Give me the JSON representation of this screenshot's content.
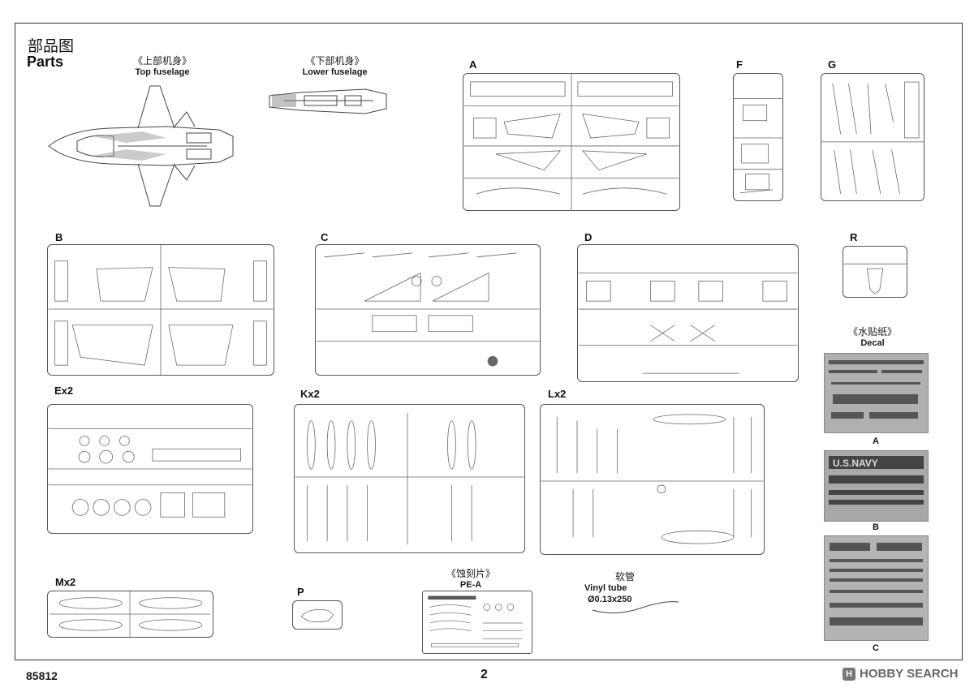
{
  "page": {
    "title_cn": "部品图",
    "title_en": "Parts",
    "product_code": "85812",
    "page_number": "2",
    "watermark": "HOBBY SEARCH",
    "watermark_logo": "H"
  },
  "sections": {
    "top_fuselage": {
      "cn": "《上部机身》",
      "en": "Top fuselage"
    },
    "lower_fuselage": {
      "cn": "《下部机身》",
      "en": "Lower fuselage"
    },
    "decal": {
      "cn": "《水贴纸》",
      "en": "Decal"
    },
    "pe": {
      "cn": "《蚀刻片》",
      "en": "PE-A"
    },
    "vinyl": {
      "cn": "软管",
      "en": "Vinyl tube",
      "size": "Ø0.13x250"
    }
  },
  "sprues": {
    "A": "A",
    "B": "B",
    "C": "C",
    "D": "D",
    "E": "Ex2",
    "F": "F",
    "G": "G",
    "K": "Kx2",
    "L": "Lx2",
    "M": "Mx2",
    "P": "P",
    "R": "R"
  },
  "decal_sheets": [
    "A",
    "B",
    "C"
  ],
  "decal_text": {
    "navy": "U.S.NAVY"
  },
  "colors": {
    "line": "#555555",
    "part": "#8a8a8a",
    "decal_bg": "#9a9a9a"
  }
}
